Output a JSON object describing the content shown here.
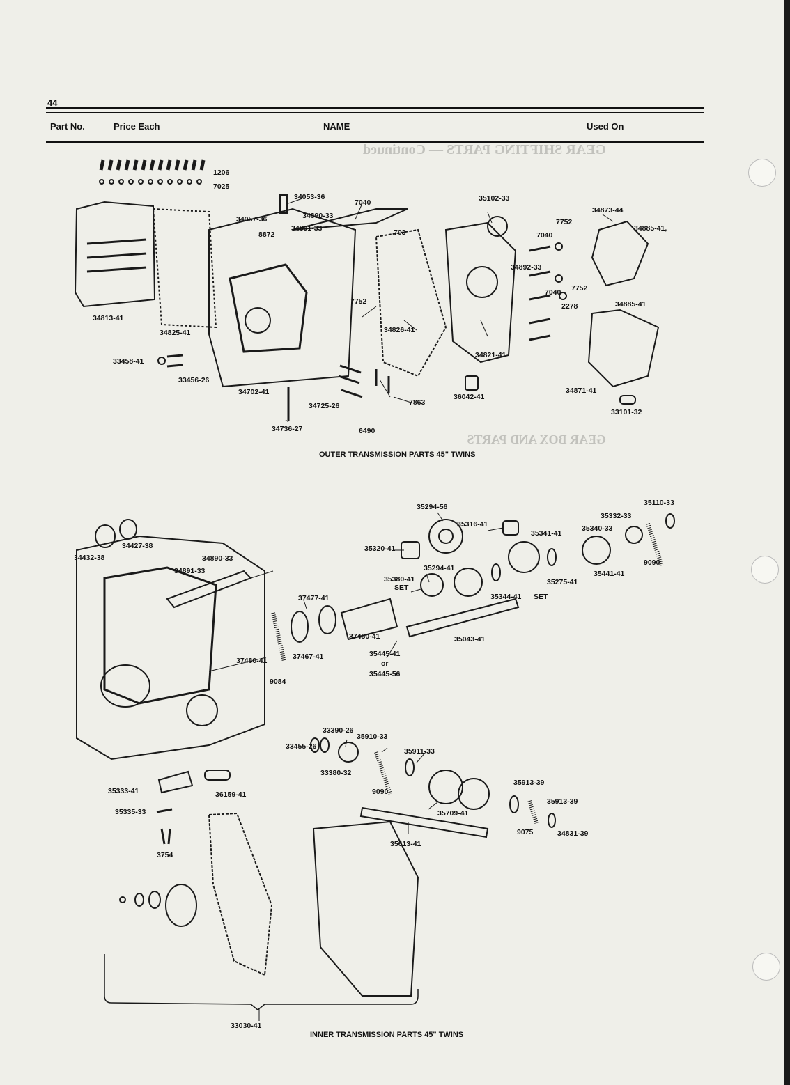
{
  "page_number": "44",
  "header": {
    "part_no": "Part No.",
    "price_each": "Price Each",
    "name": "NAME",
    "used_on": "Used On"
  },
  "figures": {
    "outer_caption": "OUTER TRANSMISSION PARTS 45\" TWINS",
    "inner_caption": "INNER TRANSMISSION PARTS 45\" TWINS"
  },
  "outer_callouts": {
    "c1206": "1206",
    "c7025": "7025",
    "c34053_36": "34053-36",
    "c7040a": "7040",
    "c35102_33": "35102-33",
    "c34057_36": "34057-36",
    "c34890_33": "34890-33",
    "c34873_44": "34873-44",
    "c8872": "8872",
    "c34891_33": "34891-33",
    "c703": "703",
    "c7752a": "7752",
    "c34885_41a": "34885-41,",
    "c7040b": "7040",
    "c34892_33": "34892-33",
    "c7040c": "7040",
    "c7752b": "7752",
    "c7752c": "7752",
    "c2278": "2278",
    "c34885_41b": "34885-41",
    "c34813_41": "34813-41",
    "c34825_41": "34825-41",
    "c34826_41": "34826-41",
    "c34821_41": "34821-41",
    "c33458_41": "33458-41",
    "c33456_26": "33456-26",
    "c34702_41": "34702-41",
    "c36042_41": "36042-41",
    "c34871_41": "34871-41",
    "c7863": "7863",
    "c34725_26": "34725-26",
    "c33101_32": "33101-32",
    "c34736_27": "34736-27",
    "c6490": "6490"
  },
  "inner_callouts": {
    "c35294_56": "35294-56",
    "c35110_33": "35110-33",
    "c35316_41": "35316-41",
    "c35332_33": "35332-33",
    "c35340_33": "35340-33",
    "c35341_41": "35341-41",
    "c35320_41": "35320-41",
    "c34432_38": "34432-38",
    "c34427_38": "34427-38",
    "c34890_33": "34890-33",
    "c35294_41": "35294-41",
    "c9090a": "9090",
    "c35441_41": "35441-41",
    "c34891_33": "34891-33",
    "c35380_41": "35380-41",
    "c set1": "SET",
    "c35275_41": "35275-41",
    "c35344_41": "35344-41",
    "c set2": "SET",
    "c37477_41": "37477-41",
    "c37450_41": "37450-41",
    "c35043_41": "35043-41",
    "c37467_41": "37467-41",
    "c37480_41": "37480-41",
    "c35445_41": "35445-41",
    "c_or": "or",
    "c35445_56": "35445-56",
    "c9084": "9084",
    "c33390_26": "33390-26",
    "c35910_33": "35910-33",
    "c33455_26": "33455-26",
    "c35911_33": "35911-33",
    "c33380_32": "33380-32",
    "c35913_39a": "35913-39",
    "c9090b": "9090",
    "c35333_41": "35333-41",
    "c36159_41": "36159-41",
    "c35913_39b": "35913-39",
    "c35709_41": "35709-41",
    "c35335_33": "35335-33",
    "c9075": "9075",
    "c34831_39": "34831-39",
    "c35613_41": "35613-41",
    "c3754": "3754",
    "c33030_41": "33030-41"
  },
  "bleed_through": {
    "heading1": "GEAR SHIFTING PARTS — Continued",
    "heading2": "GEAR BOX AND PARTS"
  }
}
